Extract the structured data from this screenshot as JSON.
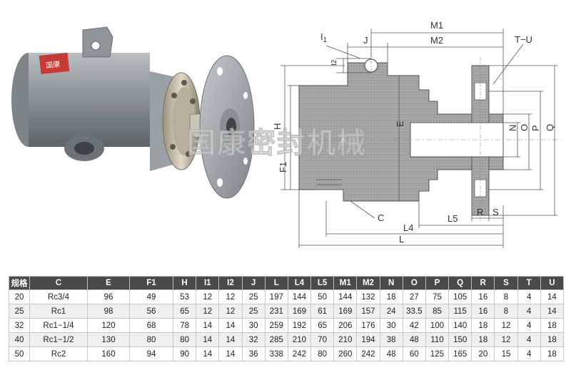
{
  "watermark": "国康密封机械",
  "photo": {
    "label_text": "国康"
  },
  "drawing": {
    "labels": {
      "m1": "M1",
      "m2": "M2",
      "j": "J",
      "i1": "I",
      "i1_sub": "1",
      "t_u": "T−U",
      "i2": "I2",
      "h": "H",
      "f1": "F1",
      "e": "E",
      "n": "N",
      "o": "O",
      "p": "P",
      "q": "Q",
      "c": "C",
      "r": "R",
      "s": "S",
      "l5": "L5",
      "l4": "L4",
      "l": "L"
    },
    "colors": {
      "body": "#a2a2a2",
      "bore": "#ffffff",
      "lines": "#555555"
    }
  },
  "table": {
    "headers": [
      "规格",
      "C",
      "E",
      "F1",
      "H",
      "I1",
      "I2",
      "J",
      "L",
      "L4",
      "L5",
      "M1",
      "M2",
      "N",
      "O",
      "P",
      "Q",
      "R",
      "S",
      "T",
      "U"
    ],
    "rows": [
      [
        "20",
        "Rc3/4",
        "96",
        "49",
        "53",
        "12",
        "12",
        "25",
        "197",
        "144",
        "50",
        "144",
        "132",
        "18",
        "27",
        "75",
        "105",
        "16",
        "8",
        "4",
        "14"
      ],
      [
        "25",
        "Rc1",
        "98",
        "56",
        "65",
        "12",
        "12",
        "25",
        "231",
        "169",
        "61",
        "169",
        "157",
        "24",
        "33.5",
        "85",
        "115",
        "16",
        "8",
        "4",
        "14"
      ],
      [
        "32",
        "Rc1−1/4",
        "120",
        "68",
        "78",
        "14",
        "14",
        "30",
        "259",
        "192",
        "65",
        "206",
        "176",
        "30",
        "42",
        "100",
        "140",
        "18",
        "12",
        "4",
        "18"
      ],
      [
        "40",
        "Rc1−1/2",
        "130",
        "80",
        "80",
        "14",
        "14",
        "32",
        "285",
        "210",
        "70",
        "210",
        "194",
        "38",
        "48",
        "110",
        "150",
        "18",
        "12",
        "4",
        "18"
      ],
      [
        "50",
        "Rc2",
        "160",
        "94",
        "90",
        "14",
        "14",
        "36",
        "338",
        "242",
        "80",
        "260",
        "242",
        "48",
        "60",
        "125",
        "165",
        "20",
        "15",
        "4",
        "18"
      ]
    ]
  }
}
